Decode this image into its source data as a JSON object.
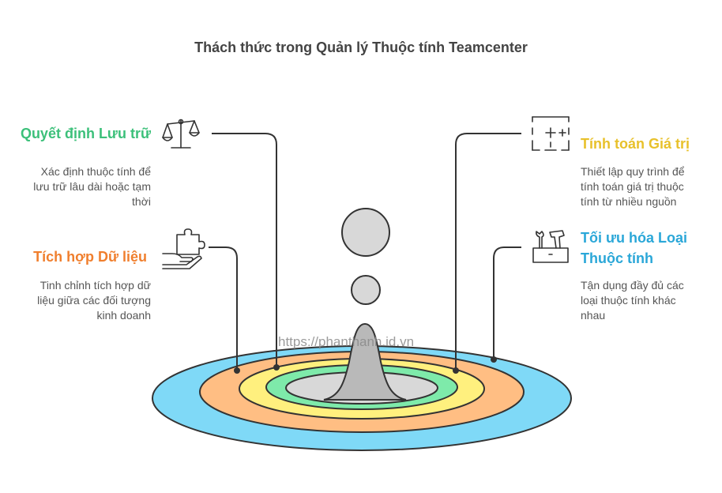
{
  "title": "Thách thức trong Quản lý Thuộc tính Teamcenter",
  "watermark": "https://phanthanh.id.vn",
  "items": [
    {
      "label": "Quyết định Lưu trữ",
      "desc": "Xác định thuộc tính để lưu trữ lâu dài hoặc tạm thời",
      "color": "#3cc07a",
      "icon": "balance-scale-icon"
    },
    {
      "label": "Tích hợp Dữ liệu",
      "desc": "Tinh chỉnh tích hợp dữ liệu giữa các đối tượng kinh doanh",
      "color": "#f07f2e",
      "icon": "puzzle-hand-icon"
    },
    {
      "label": "Tính toán Giá trị",
      "desc": "Thiết lập quy trình để tính toán giá trị thuộc tính từ nhiều nguồn",
      "color": "#e8c12b",
      "icon": "calculator-icon"
    },
    {
      "label": "Tối ưu hóa Loại Thuộc tính",
      "desc": "Tận dụng đầy đủ các loại thuộc tính khác nhau",
      "color": "#2aa7d8",
      "icon": "toolbox-icon"
    }
  ],
  "rings": {
    "outer": "#7fd9f7",
    "second": "#ffbe83",
    "third": "#fff07e",
    "fourth": "#7eeaaa",
    "center": "#d8d8d8"
  }
}
